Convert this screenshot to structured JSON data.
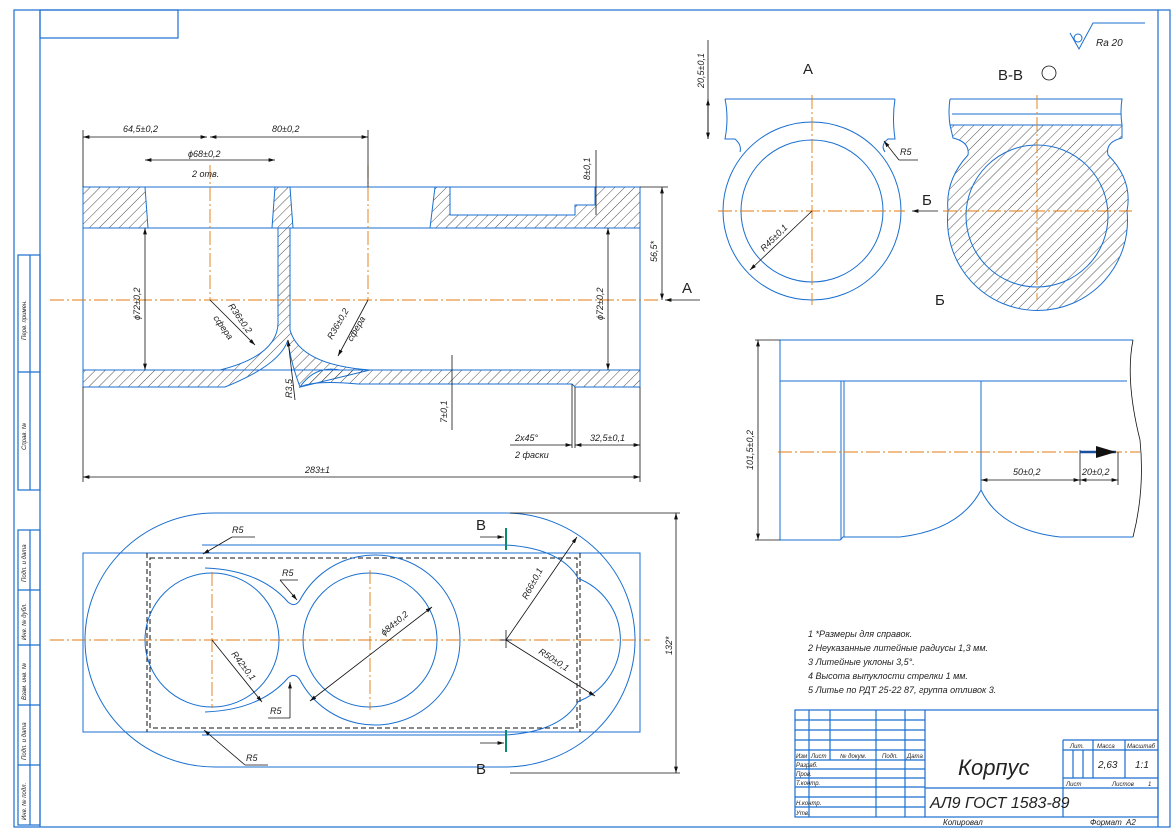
{
  "roughness": {
    "label": "Ra 20"
  },
  "views": {
    "view_a_label": "А",
    "section_label": "В-В",
    "view_b_label": "Б",
    "arrow_a": "А",
    "arrow_b": "Б",
    "cut_v_top": "В",
    "cut_v_bottom": "В"
  },
  "front_dims": {
    "d1": "64,5±0,2",
    "d2": "80±0,2",
    "d3": "ϕ68±0,2",
    "d3_note": "2 отв.",
    "d4": "8±0,1",
    "d5": "56,5*",
    "d6": "ϕ72±0,2",
    "d7": "ϕ72±0,2",
    "d8": "R36±0,2",
    "d8_note": "сфера",
    "d9": "R36±0,2",
    "d9_note": "сфера",
    "d10": "R3,5",
    "d11": "7±0,1",
    "d12": "2x45°",
    "d12_note": "2 фаски",
    "d13": "32,5±0,1",
    "d14": "283±1"
  },
  "view_a_dims": {
    "h": "20,5±0,1",
    "r5": "R5",
    "r": "R45±0,1"
  },
  "view_b_dims": {
    "h": "101,5±0,2",
    "a": "50±0,2",
    "b": "20±0,2"
  },
  "plan_dims": {
    "r5_1": "R5",
    "r5_2": "R5",
    "r5_3": "R5",
    "r5_4": "R5",
    "dia": "ϕ84±0,2",
    "r42": "R42±0,1",
    "r66": "R66±0,1",
    "r50": "R50±0,1",
    "w": "132*"
  },
  "notes": [
    "1  *Размеры для справок.",
    "2  Неуказанные литейные радиусы 1,3 мм.",
    "3  Литейные уклоны 3,5°.",
    "4  Высота выпуклости стрелки 1 мм.",
    "5  Литье по РДТ 25-22 87, группа отливок 3."
  ],
  "title_block": {
    "name": "Корпус",
    "material": "АЛ9 ГОСТ 1583-89",
    "col_headers": [
      "Изм",
      "Лист",
      "№ докум.",
      "Подп.",
      "Дата"
    ],
    "rows": [
      "Разраб.",
      "Пров.",
      "Т.контр.",
      "",
      "Н.контр.",
      "Утв."
    ],
    "lit_label": "Лит.",
    "mass_label": "Масса",
    "scale_label": "Масштаб",
    "mass": "2,63",
    "scale": "1:1",
    "sheet_label": "Лист",
    "sheets_label": "Листов",
    "sheets": "1",
    "copied": "Копировал",
    "format_label": "Формат",
    "format": "A2"
  },
  "side_stamps": [
    "Перв. примен.",
    "Справ. №",
    "Подп. и дата",
    "Инв. № дубл.",
    "Взам. инв. №",
    "Подп. и дата",
    "Инв. № подл."
  ]
}
